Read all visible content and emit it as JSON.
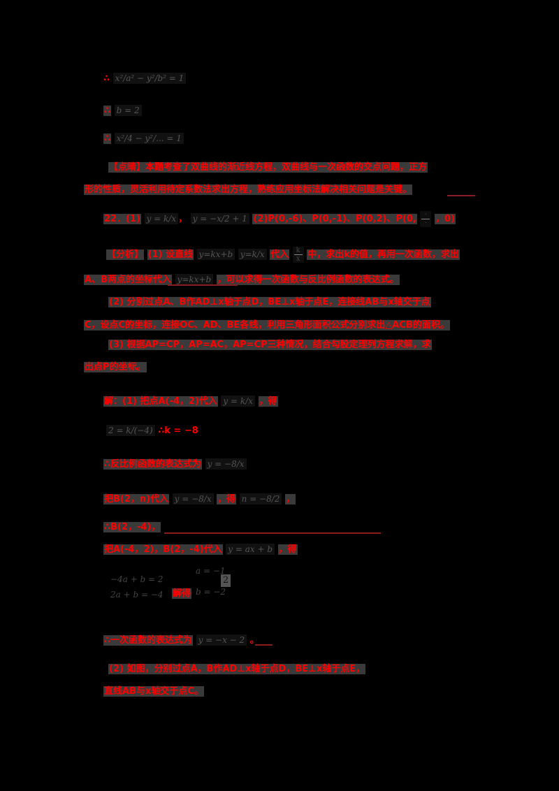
{
  "page": {
    "background": "#000000",
    "text_color": "#ff0000"
  },
  "top_block": {
    "line1_prefix": "∴",
    "line1_formula": "x²/a² − y²/b² = 1",
    "line2_prefix": "∴",
    "line2_formula": "b = 2",
    "line3_prefix": "∴",
    "line3_formula": "x²/4 − y²/... = 1"
  },
  "note1": {
    "line1": "【点睛】本题考查了双曲线的渐近线方程，双曲线与一次函数的交点问题，正方",
    "line2": "形的性质，灵活利用待定系数法求出方程，熟练应用坐标法解决相关问题是关键。"
  },
  "answer22": {
    "label": "22．(1)",
    "formula1": "y = k/x",
    "formula2": "y = −x/2 + 1",
    "part2": "(2)P(0,-6)、P(0,-1)、P(0,2)、P(0,",
    "part2_end": "，0)"
  },
  "analysis": {
    "line1_label": "【分析】",
    "line1_text": "(1) 设直线",
    "line1_mid": "代入",
    "line1_end": "中，求出k的值，再用一次函数，求出",
    "line2": "A、B两点的坐标代入",
    "line2_end": "，可以求得一次函数与反比例函数的表达式。",
    "line3": "(2) 分别过点A、B作AD⊥x轴于点D，BE⊥x轴于点E，连接线AB与x轴交于点",
    "line4": "C，设点C的坐标，连接OC、AD、BE各线，利用三角形面积公式分别求出△ACB的面积。",
    "line5": "(3) 根据AP=CP，AP=AC，AP=CP三种情况，结合勾股定理列方程求解，求",
    "line6": "出点P的坐标。"
  },
  "solution": {
    "line1": "解：(1) 把点A(-4，2)代入",
    "line1_formula": "y = k/x",
    "line1_end": "，得",
    "line2_formula": "2 = k/(−4)",
    "line2_mid": "∴k = −8",
    "line3": "∴反比例函数的表达式为",
    "line3_formula": "y = −8/x",
    "line4": "把B(2，n)代入",
    "line4_formula": "y = −8/x",
    "line4_mid": "，得",
    "line4_formula2": "n = −8/2",
    "line4_end": "，",
    "line5": "∴B(2，-4)，",
    "line6": "把A(-4，2)，B(2，-4)代入",
    "line6_formula": "y = ax + b",
    "line6_end": "，得",
    "matrix_row1": "−4a + b = 2",
    "matrix_row2": "2a + b = −4",
    "matrix_solve": "解得",
    "matrix_result1": "a = −1",
    "matrix_result_box": "2",
    "matrix_result2": "b = −2",
    "line7": "∴一次函数的表达式为",
    "line7_formula": "y = −x − 2",
    "line7_end": "。",
    "line8": "(2) 如图，分别过点A，B作AD⊥x轴于点D，BE⊥x轴于点E，",
    "line9": "直线AB与x轴交于点C。"
  }
}
